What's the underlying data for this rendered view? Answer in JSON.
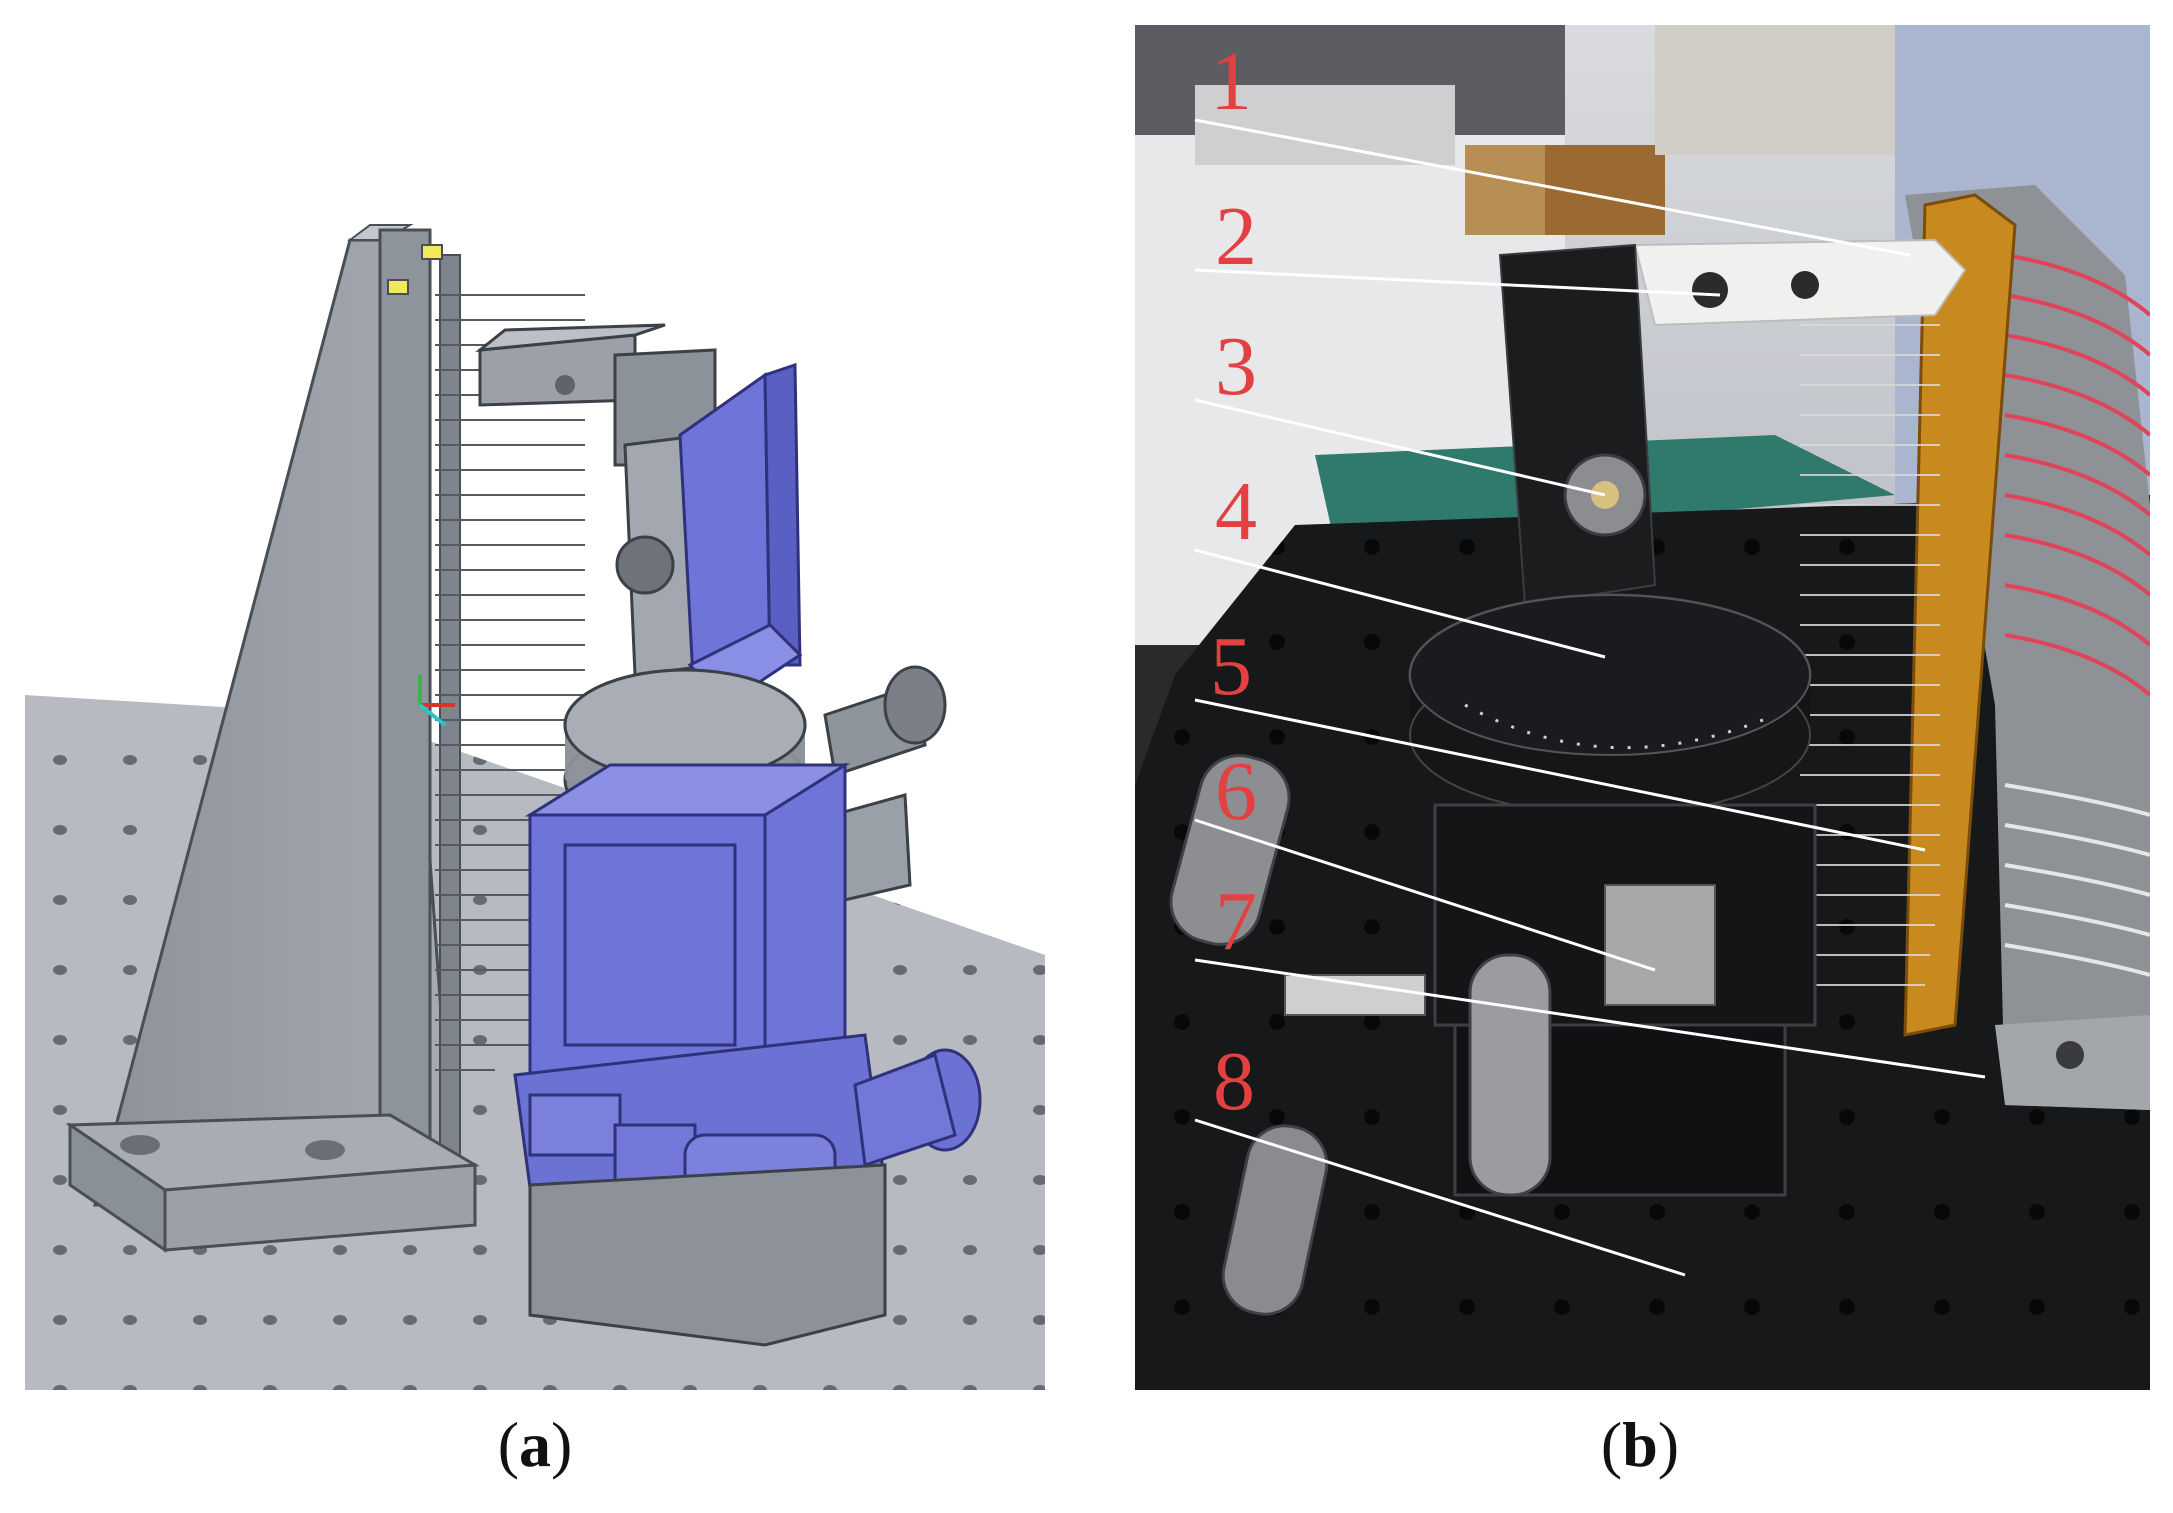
{
  "figure": {
    "panels": [
      {
        "id": "a",
        "caption_letter": "a",
        "description_kind": "cad-render"
      },
      {
        "id": "b",
        "caption_letter": "b",
        "description_kind": "photo"
      }
    ],
    "callout_numbers": [
      "1",
      "2",
      "3",
      "4",
      "5",
      "6",
      "7",
      "8"
    ],
    "colors": {
      "callout_red": "#e34141",
      "cad_gray": "#9aa0a8",
      "cad_blue": "#6f74d8",
      "table_gray": "#b9bcc2",
      "photo_table": "#17181a",
      "tape_gold": "#c8891e",
      "wire_red": "#e0445a"
    }
  }
}
